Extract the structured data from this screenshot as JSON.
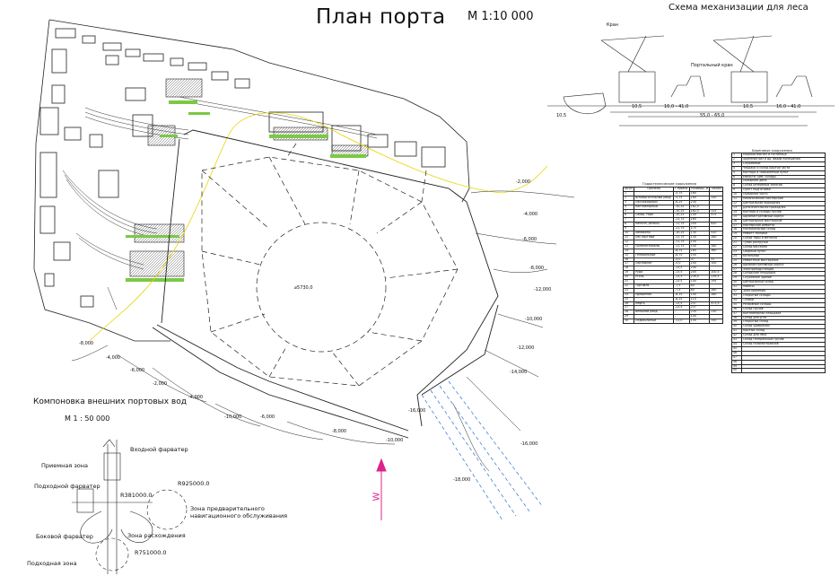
{
  "title": "План порта",
  "scale": "М 1:10 000",
  "mechanization_title": "Схема механизации для леса",
  "outer_waters_title": "Компоновка внешних портовых вод",
  "outer_waters_scale": "М 1 : 50 000",
  "outer_zones": {
    "entrance": "Входной фарватер",
    "reception": "Приемная зона",
    "approach_channel": "Подходной фарватер",
    "side_channel": "Боковой фарватер",
    "divergence": "Зона расхождения",
    "approach_zone": "Подходная зона",
    "prenav": "Зона предварительного навигационного обслуживания",
    "r1": "R925000.0",
    "r2": "R381000.0",
    "r3": "R751000.0"
  },
  "depths": [
    "-2,000",
    "-4,000",
    "-6,000",
    "-8,000",
    "-10,000",
    "-12,000",
    "-14,000",
    "-16,000",
    "-18,000",
    "-10,000",
    "-8,000",
    "-6,000",
    "-4,000",
    "-2,000",
    "-10,000",
    "-16,000",
    "-12,000",
    "-8,000",
    "-6,000",
    "-4,000"
  ],
  "basin_label": "⌀5730,0",
  "north_label": "W",
  "hydro_table": {
    "caption": "Гидротехнические сооружения",
    "headers": [
      "№п/п",
      "Причалы",
      "Глубина",
      "Размеры, м",
      "Объем"
    ],
    "rows": [
      [
        "1",
        "",
        "-5,75",
        "160",
        ""
      ],
      [
        "2",
        "Вспомогательный рейд",
        "-5,75",
        "160",
        "320"
      ],
      [
        "3",
        "Пассажирский",
        "-8,25",
        "230",
        ""
      ],
      [
        "4",
        "Контейнерный",
        "-10,25",
        "162,5",
        ""
      ],
      [
        "5",
        "",
        "-10,25",
        "162,5",
        "325"
      ],
      [
        "6",
        "Сахар, тара",
        "-10,25",
        "140",
        "475"
      ],
      [
        "7",
        "",
        "-11,75",
        "165",
        ""
      ],
      [
        "8",
        "Металл, рельсы",
        "-11,75",
        "200",
        "620"
      ],
      [
        "9",
        "",
        "-11,75",
        "175",
        ""
      ],
      [
        "10",
        "Химикаты",
        "-10,25",
        "130",
        "520"
      ],
      [
        "11",
        "Лес круглый",
        "-11,75",
        "130",
        "260"
      ],
      [
        "12",
        "",
        "-11,75",
        "150",
        ""
      ],
      [
        "13",
        "Пиломатериалы",
        "-11,75",
        "140",
        "180"
      ],
      [
        "14",
        "",
        "-8,75",
        "185",
        "360"
      ],
      [
        "15",
        "Генеральные",
        "-8,75",
        "150",
        ""
      ],
      [
        "16",
        "",
        "-5,0",
        "37",
        "37"
      ],
      [
        "17",
        "Портофлот",
        "-5,0",
        "100",
        "100"
      ],
      [
        "18",
        "",
        "-13,5",
        "240",
        ""
      ],
      [
        "19",
        "Руда",
        "-13,5",
        "205",
        "100,5"
      ],
      [
        "20",
        "Уголь",
        "-13,5",
        "239,5",
        "239,5"
      ],
      [
        "21",
        "",
        "-13,5",
        "100",
        "195"
      ],
      [
        "22",
        "Торговля",
        "-7,5",
        "80",
        ""
      ],
      [
        "23",
        "",
        "-7,5",
        "80",
        "160"
      ],
      [
        "24",
        "Удобрения",
        "-8,25",
        "140",
        "280"
      ],
      [
        "25",
        "",
        "-8,25",
        "110",
        ""
      ],
      [
        "26",
        "Нефть",
        "-13,5",
        "237",
        "473,5"
      ],
      [
        "27",
        "",
        "-13,5",
        "237",
        ""
      ],
      [
        "28",
        "Внешний рейд",
        "-",
        "230",
        "230"
      ],
      [
        "29",
        "",
        "-",
        "100",
        ""
      ],
      [
        "30",
        "Ледокольный",
        "-11,0",
        "150",
        "150"
      ]
    ]
  },
  "shore_table": {
    "caption": "Береговые сооружения",
    "rows": [
      [
        "1",
        "Морской вокзал и гостиница"
      ],
      [
        "2",
        "Хранение баз и др. видов помещения"
      ],
      [
        "3",
        "Служебные"
      ],
      [
        "4",
        "Чердаки и склад крытой части"
      ],
      [
        "5",
        "Контора и таможенный пункт"
      ],
      [
        "6",
        "Ёмкости, хим. склады"
      ],
      [
        "7",
        "Пожарное депо"
      ],
      [
        "8",
        "Склад резервных запасов"
      ],
      [
        "9",
        "Пункт подготовки"
      ],
      [
        "10",
        "Пожарная часть"
      ],
      [
        "11",
        "Механические мастерские"
      ],
      [
        "12",
        "Центральная проходная"
      ],
      [
        "13",
        "Дополнительная проходная"
      ],
      [
        "14",
        "Контора и склады грузов"
      ],
      [
        "15",
        "Административный корпус"
      ],
      [
        "16",
        "Центральные мастерские"
      ],
      [
        "17",
        "Мастерская ремонта"
      ],
      [
        "18",
        "Материальный склад"
      ],
      [
        "19",
        "Ремонт техники"
      ],
      [
        "20",
        "Склад тары и металла"
      ],
      [
        "21",
        "Тупик разгрузки"
      ],
      [
        "22",
        "Склад бассейна"
      ],
      [
        "23",
        "Сборный пункт"
      ],
      [
        "24",
        "Котельная"
      ],
      [
        "25",
        "Ремонтные мастерские"
      ],
      [
        "26",
        "Административный корпус"
      ],
      [
        "27",
        "Электроподстанция"
      ],
      [
        "28",
        "Складские площадки"
      ],
      [
        "29",
        "Служебное здание"
      ],
      [
        "30",
        "Центральный склад"
      ],
      [
        "31",
        "Навесы"
      ],
      [
        "32",
        "Зона хранения"
      ],
      [
        "33",
        "Открытые склады"
      ],
      [
        "34",
        "Тупики"
      ],
      [
        "35",
        "Резервные склады"
      ],
      [
        "36",
        "Склад грузов"
      ],
      [
        "37",
        "Контейнерная площадка"
      ],
      [
        "38",
        "Склад для угля"
      ],
      [
        "39",
        "Открытый склад"
      ],
      [
        "40",
        "Склад удобрений"
      ],
      [
        "41",
        "Крытый склад"
      ],
      [
        "42",
        "Склад для леса"
      ],
      [
        "43",
        "Склад генеральных грузов"
      ],
      [
        "44",
        "Склад пиломатериалов"
      ],
      [
        "45",
        ""
      ],
      [
        "46",
        ""
      ],
      [
        "47",
        ""
      ],
      [
        "48",
        ""
      ],
      [
        "49",
        ""
      ],
      [
        "50",
        ""
      ]
    ]
  },
  "mechanization_dims": [
    "10,5",
    "16,0 - 41,0",
    "10,5",
    "16,0 - 41,0",
    "10,5",
    "55,0 - 65,0"
  ],
  "crane_labels": [
    "Кран",
    "Портальный кран"
  ]
}
